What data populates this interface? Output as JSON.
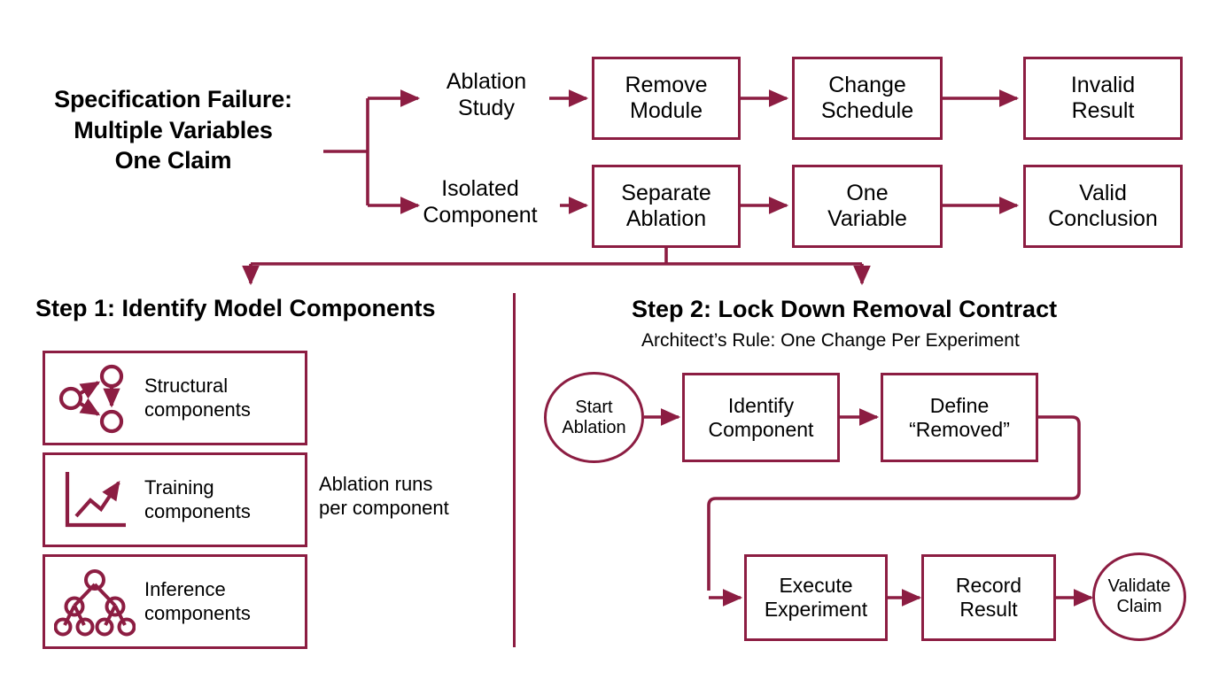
{
  "theme": {
    "accent": "#8C1D42",
    "text": "#000000",
    "background": "#ffffff"
  },
  "headline": {
    "line1": "Specification Failure:",
    "line2": "Multiple Variables",
    "line3": "One Claim"
  },
  "top_flow": {
    "branch_failure": {
      "label_line1": "Ablation",
      "label_line2": "Study",
      "steps": [
        {
          "line1": "Remove",
          "line2": "Module"
        },
        {
          "line1": "Change",
          "line2": "Schedule"
        },
        {
          "line1": "Invalid",
          "line2": "Result"
        }
      ]
    },
    "branch_success": {
      "label_line1": "Isolated",
      "label_line2": "Component",
      "steps": [
        {
          "line1": "Separate",
          "line2": "Ablation"
        },
        {
          "line1": "One",
          "line2": "Variable"
        },
        {
          "line1": "Valid",
          "line2": "Conclusion"
        }
      ]
    }
  },
  "step1": {
    "heading": "Step 1: Identify Model Components",
    "cards": [
      {
        "icon": "node-graph-icon",
        "line1": "Structural",
        "line2": "components"
      },
      {
        "icon": "line-chart-icon",
        "line1": "Training",
        "line2": "components"
      },
      {
        "icon": "tree-icon",
        "line1": "Inference",
        "line2": "components"
      }
    ],
    "side_note_line1": "Ablation runs",
    "side_note_line2": "per component"
  },
  "step2": {
    "heading": "Step 2: Lock Down Removal Contract",
    "subheading": "Architect’s Rule: One Change Per Experiment",
    "flow": {
      "start": {
        "line1": "Start",
        "line2": "Ablation",
        "shape": "ellipse"
      },
      "row1": [
        {
          "line1": "Identify",
          "line2": "Component",
          "shape": "box"
        },
        {
          "line1": "Define",
          "line2": "“Removed”",
          "shape": "box"
        }
      ],
      "row2": [
        {
          "line1": "Execute",
          "line2": "Experiment",
          "shape": "box"
        },
        {
          "line1": "Record",
          "line2": "Result",
          "shape": "box"
        }
      ],
      "end": {
        "line1": "Validate",
        "line2": "Claim",
        "shape": "ellipse"
      }
    }
  }
}
